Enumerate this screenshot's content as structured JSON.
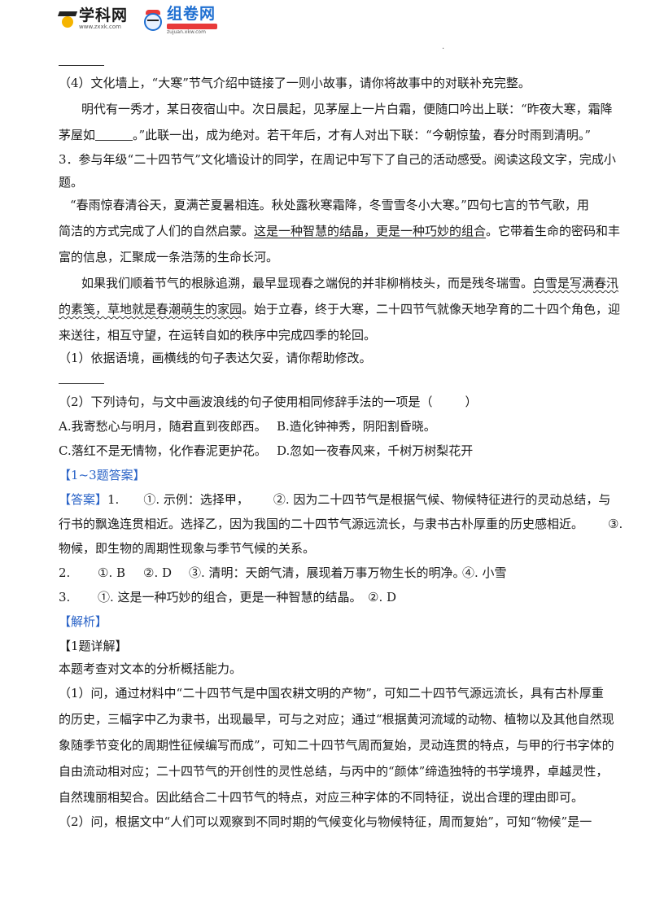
{
  "header": {
    "logo1_name": "学科网",
    "logo1_url": "www.zxxk.com",
    "logo2_name": "组卷网",
    "logo2_url": "zujuan.xkw.com",
    "dot": "."
  },
  "q4": {
    "prompt": "（4）文化墙上，“大寒”节气介绍中链接了一则小故事，请你将故事中的对联补充完整。",
    "story1": "明代有一秀才，某日夜宿山中。次日晨起，见茅屋上一片白霜，便随口吟出上联：“昨夜大寒，霜降",
    "story2a": "茅屋如",
    "story2b": "。”此联一出，成为绝对。若干年后，才有人对出下联：“今朝惊蛰，春分时雨到清明。”"
  },
  "q3": {
    "intro1": "3．参与年级“二十四节气”文化墙设计的同学，在周记中写下了自己的活动感受。阅读这段文字，完成小",
    "intro2": "题。",
    "p1_l1": "“春雨惊春清谷天，夏满芒夏暑相连。秋处露秋寒霜降，冬雪雪冬小大寒。”四句七言的节气歌，用",
    "p1_l2a": "简洁的方式完成了人们的自然启蒙。",
    "p1_l2u": "这是一种智慧的结晶，更是一种巧妙的组合",
    "p1_l2b": "。它带着生命的密码和丰",
    "p1_l3": "富的信息，汇聚成一条浩荡的生命长河。",
    "p2_l1a": "如果我们顺着节气的根脉追溯，最早显现春之端倪的并非柳梢枝头，而是残冬瑞雪。",
    "p2_l1w": "白雪是写满春汛",
    "p2_l2w": "的素笺，草地就是春潮萌生的家园",
    "p2_l2b": "。始于立春，终于大寒，二十四节气就像天地孕育的二十四个角色，迎",
    "p2_l3": "来送往，相互守望，在运转自如的秩序中完成四季的轮回。",
    "sub1": "（1）依据语境，画横线的句子表达欠妥，请你帮助修改。",
    "sub2a": "（2）下列诗句，与文中画波浪线的句子使用相同修辞手法的一项是（",
    "sub2b": "）",
    "optA": "A.我寄愁心与明月，随君直到夜郎西。",
    "optB": "B.造化钟神秀，阴阳割昏晓。",
    "optC": "C.落红不是无情物，化作春泥更护花。",
    "optD": "D.忽如一夜春风来，千树万树梨花开"
  },
  "answers": {
    "section_title": "【1~3题答案】",
    "label": "【答案】",
    "a1_num": "1.",
    "a1_l1": "①. 示例：选择甲，",
    "a1_l1b": "②. 因为二十四节气是根据气候、物候特征进行的灵动总结，与",
    "a1_l2": "行书的飘逸连贯相近。选择乙，因为我国的二十四节气源远流长，与隶书古朴厚重的历史感相近。",
    "a1_l2c": "③.",
    "a1_l3": "物候，即生物的周期性现象与季节气候的关系。",
    "a2_num": "2.",
    "a2_1": "①. B",
    "a2_2": "②. D",
    "a2_3": "③. 清明：天朗气清，展现着万事万物生长的明净。",
    "a2_4": "④. 小雪",
    "a3_num": "3.",
    "a3_1": "①. 这是一种巧妙的组合，更是一种智慧的结晶。",
    "a3_2": "②. D"
  },
  "analysis": {
    "title": "【解析】",
    "detail_title": "【1题详解】",
    "l1": "本题考查对文本的分析概括能力。",
    "l2": "（1）问，通过材料中“二十四节气是中国农耕文明的产物”，可知二十四节气源远流长，具有古朴厚重",
    "l3": "的历史，三幅字中乙为隶书，出现最早，可与之对应；通过“根据黄河流域的动物、植物以及其他自然现",
    "l4": "象随季节变化的周期性征候编写而成”，可知二十四节气周而复始，灵动连贯的特点，与甲的行书字体的",
    "l5": "自由流动相对应；二十四节气的开创性的灵性总结，与丙中的“颜体”缔造独特的书学境界，卓越灵性，",
    "l6": "自然瑰丽相契合。因此结合二十四节气的特点，对应三种字体的不同特征，说出合理的理由即可。",
    "l7": "（2）问，根据文中“人们可以观察到不同时期的气候变化与物候特征，周而复始”，可知“物候”是一"
  },
  "colors": {
    "accent_blue": "#1f6fd1",
    "bracket_blue": "#2a63c7",
    "logo_red": "#e83a3a",
    "logo_yellow": "#f5b400"
  }
}
